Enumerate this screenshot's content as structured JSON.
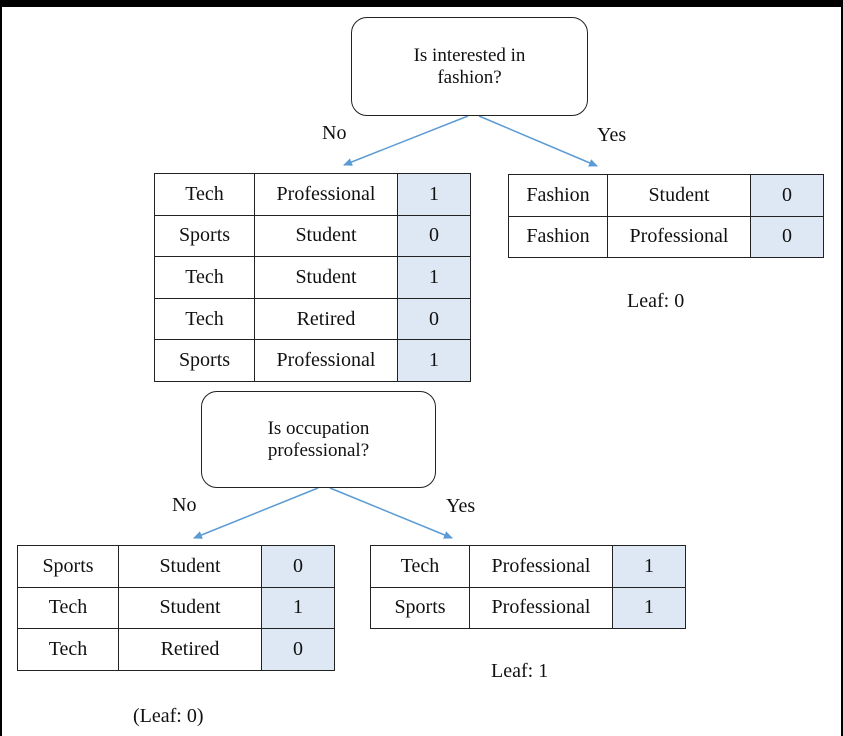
{
  "root": {
    "question": "Is interested in fashion?",
    "no_label": "No",
    "yes_label": "Yes",
    "no_table": [
      [
        "Tech",
        "Professional",
        "1"
      ],
      [
        "Sports",
        "Student",
        "0"
      ],
      [
        "Tech",
        "Student",
        "1"
      ],
      [
        "Tech",
        "Retired",
        "0"
      ],
      [
        "Sports",
        "Professional",
        "1"
      ]
    ],
    "yes_table": [
      [
        "Fashion",
        "Student",
        "0"
      ],
      [
        "Fashion",
        "Professional",
        "0"
      ]
    ],
    "yes_leaf": "Leaf: 0"
  },
  "second": {
    "question": "Is occupation professional?",
    "no_label": "No",
    "yes_label": "Yes",
    "no_table": [
      [
        "Sports",
        "Student",
        "0"
      ],
      [
        "Tech",
        "Student",
        "1"
      ],
      [
        "Tech",
        "Retired",
        "0"
      ]
    ],
    "yes_table": [
      [
        "Tech",
        "Professional",
        "1"
      ],
      [
        "Sports",
        "Professional",
        "1"
      ]
    ],
    "no_leaf": "(Leaf: 0)",
    "yes_leaf": "Leaf: 1"
  },
  "colors": {
    "arrow": "#5b9bd5",
    "value_cell": "#dde8f4"
  }
}
